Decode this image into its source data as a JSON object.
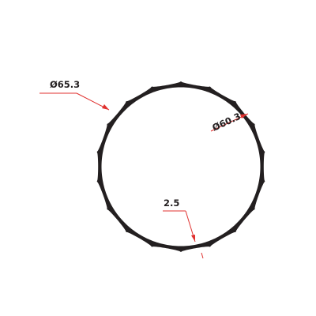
{
  "drawing": {
    "outer_diameter_label": "Ø65.3",
    "inner_diameter_label": "Ø60.3",
    "wall_thickness_label": "2.5",
    "ring_color": "#231f20",
    "leader_color": "#e0312f",
    "background": "#ffffff",
    "profile": "scalloped-ring"
  }
}
